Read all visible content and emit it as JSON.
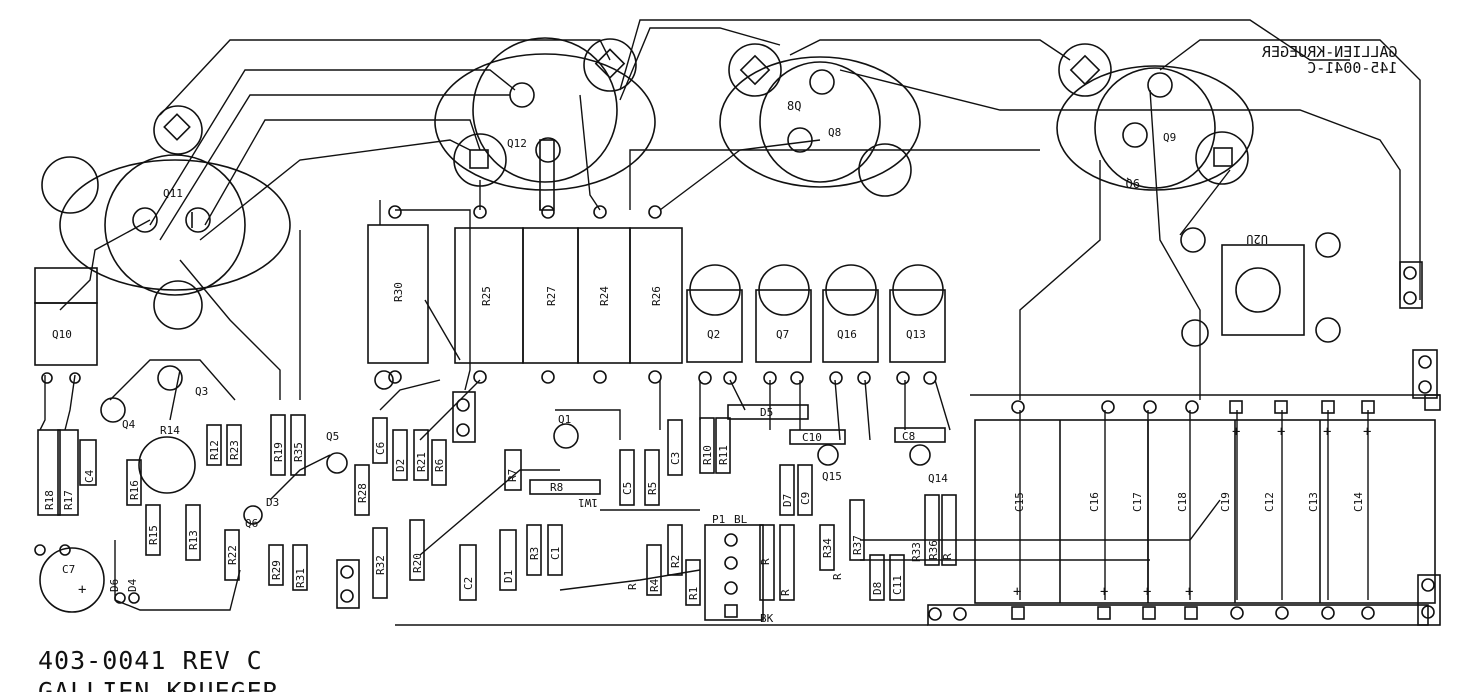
{
  "header": {
    "brand_mirrored": "GALLIEN-KRUEGER",
    "part_mirrored": "145-0041-C"
  },
  "footer": {
    "board_number": "403-0041 REV C",
    "maker": "GALLIEN-KRUEGER"
  },
  "colors": {
    "ink": "#111111",
    "paper": "#ffffff"
  },
  "labels": {
    "q11": "Q11",
    "q12": "Q12",
    "q8": "Q8",
    "q8_mirror": "8Q",
    "q9": "Q9",
    "q9_mirror": "9Q",
    "u2u": "U2U",
    "q10": "Q10",
    "q2": "Q2",
    "q7": "Q7",
    "q16": "Q16",
    "q13": "Q13",
    "q3": "Q3",
    "q4": "Q4",
    "q5": "Q5",
    "q1": "Q1",
    "q6": "Q6",
    "q15": "Q15",
    "q14": "Q14",
    "r30": "R30",
    "r25": "R25",
    "r27": "R27",
    "r24": "R24",
    "r26": "R26",
    "r18": "R18",
    "r17": "R17",
    "c4": "C4",
    "r14": "R14",
    "r16": "R16",
    "r15": "R15",
    "r13": "R13",
    "r12": "R12",
    "r23": "R23",
    "r19": "R19",
    "r35": "R35",
    "r22": "R22",
    "r29": "R29",
    "r31": "R31",
    "r28": "R28",
    "r32": "R32",
    "c6": "C6",
    "d2": "D2",
    "r21": "R21",
    "r6": "R6",
    "r20": "R20",
    "r7": "R7",
    "r8": "R8",
    "d3": "D3",
    "c5": "C5",
    "r5": "R5",
    "c3": "C3",
    "r10": "R10",
    "r11": "R11",
    "d5": "D5",
    "c10": "C10",
    "c8": "C8",
    "d7": "D7",
    "c9": "C9",
    "r34": "R34",
    "r37": "R37",
    "r33": "R33",
    "r36": "R36",
    "c7": "C7",
    "plus": "+",
    "d6": "D6",
    "d4": "D4",
    "c2": "C2",
    "d1": "D1",
    "r3": "R3",
    "c1": "C1",
    "r4": "R4",
    "r2": "R2",
    "r1": "R1",
    "p1": "P1",
    "bl": "BL",
    "bk": "BK",
    "d8": "D8",
    "c11": "C11",
    "r": "R",
    "one_w": "1W1",
    "c15": "C15",
    "c16": "C16",
    "c17": "C17",
    "c18": "C18",
    "c19": "C19",
    "c12": "C12",
    "c13": "C13",
    "c14": "C14"
  }
}
